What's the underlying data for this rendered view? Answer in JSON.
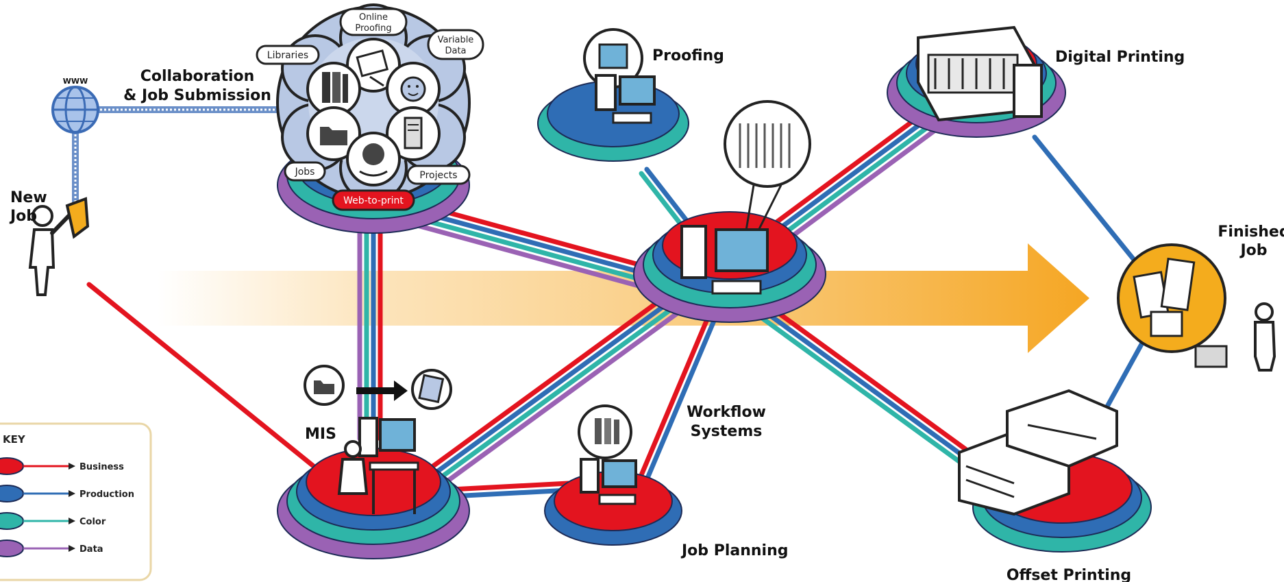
{
  "colors": {
    "business": "#e3141f",
    "production": "#2f6db5",
    "color": "#2fb5a8",
    "data": "#9a62b4",
    "flow_arrow": "#f5a623",
    "finished_disc": "#f4ac1d"
  },
  "labels": {
    "collaboration": [
      "Collaboration",
      "& Job Submission"
    ],
    "www": "WWW",
    "new_job": [
      "New",
      "Job"
    ],
    "proofing": "Proofing",
    "digital_printing": "Digital Printing",
    "finished_job": [
      "Finished",
      "Job"
    ],
    "workflow_systems": [
      "Workflow",
      "Systems"
    ],
    "mis": "MIS",
    "job_planning": "Job Planning",
    "offset_printing": "Offset Printing"
  },
  "collab_hub": {
    "pills": [
      "Online Proofing",
      "Libraries",
      "Variable Data",
      "Jobs",
      "Projects",
      "Web-to-print"
    ],
    "icons": [
      "online-proofing-icon",
      "libraries-icon",
      "variable-data-icon",
      "jobs-folder-icon",
      "projects-server-icon",
      "globe-icon"
    ]
  },
  "key": {
    "title": "KEY",
    "items": [
      {
        "label": "Business",
        "color": "#e3141f"
      },
      {
        "label": "Production",
        "color": "#2f6db5"
      },
      {
        "label": "Color",
        "color": "#2fb5a8"
      },
      {
        "label": "Data",
        "color": "#9a62b4"
      }
    ]
  }
}
